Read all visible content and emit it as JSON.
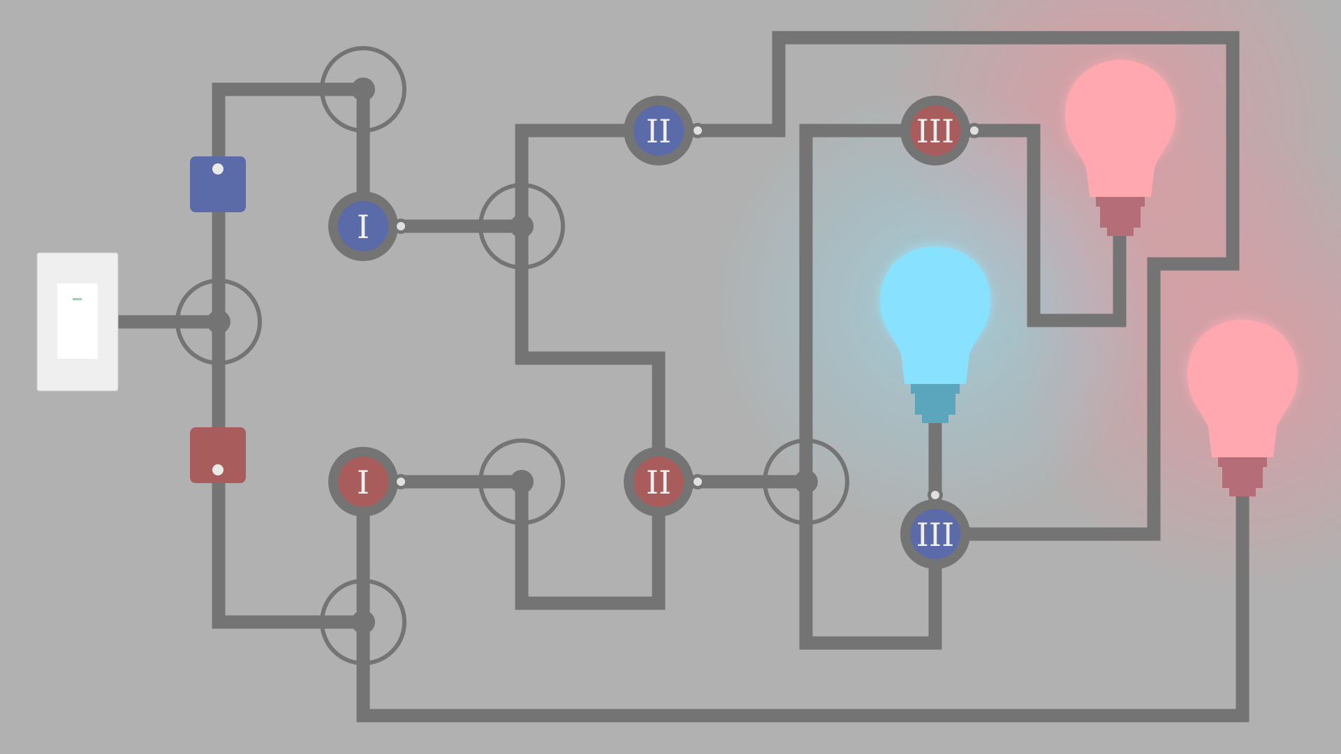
{
  "colors": {
    "background": "#b1b1b1",
    "wire": "#747474",
    "blue": "#5b6aa8",
    "red": "#a95c5c",
    "bulb_red": "#ffa8b0",
    "bulb_red_base": "#b56e78",
    "bulb_cyan": "#88e2ff",
    "bulb_cyan_base": "#5ba6bc",
    "switch_plate": "#efefef",
    "switch_indicator": "#8fdc9c"
  },
  "gates": {
    "blue_1": "I",
    "red_1": "I",
    "blue_2": "II",
    "red_2": "II",
    "red_3": "III",
    "blue_3": "III"
  },
  "icons": {
    "wall_switch": "wall-switch-icon",
    "blue_toggle": "blue-toggle-block-icon",
    "red_toggle": "red-toggle-block-icon",
    "bulb": "light-bulb-icon"
  },
  "bulbs": [
    {
      "color": "red",
      "lit": true
    },
    {
      "color": "cyan",
      "lit": true
    },
    {
      "color": "red",
      "lit": true
    }
  ]
}
